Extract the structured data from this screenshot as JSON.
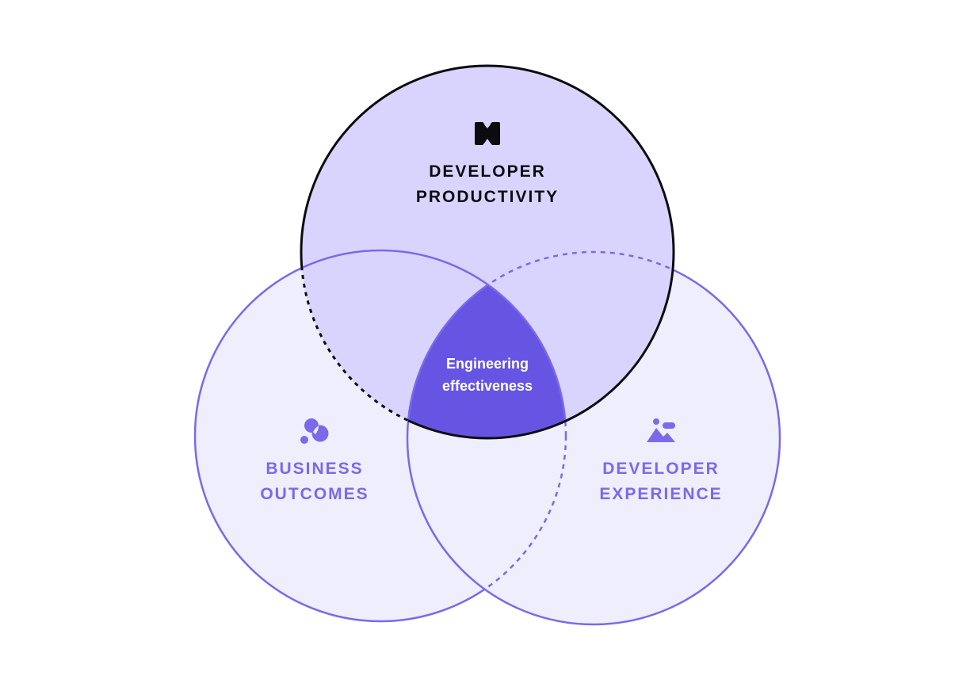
{
  "diagram": {
    "type": "venn",
    "circles": [
      {
        "id": "developer-productivity",
        "label": "DEVELOPER\nPRODUCTIVITY",
        "icon": "hourglass-logo-icon",
        "fill": "#d9d4fd",
        "stroke": "#0c0c10",
        "text_color": "#0c0c10"
      },
      {
        "id": "business-outcomes",
        "label": "BUSINESS\nOUTCOMES",
        "icon": "overlapping-circles-icon",
        "fill": "#eeeefc",
        "stroke": "#7b69ea",
        "text_color": "#7b69ea"
      },
      {
        "id": "developer-experience",
        "label": "DEVELOPER\nEXPERIENCE",
        "icon": "mountain-landscape-icon",
        "fill": "#eeeefc",
        "stroke": "#7b69ea",
        "text_color": "#7b69ea"
      }
    ],
    "intersection": {
      "label": "Engineering\neffectiveness",
      "fill": "#6555e2",
      "text_color": "#ffffff"
    }
  }
}
